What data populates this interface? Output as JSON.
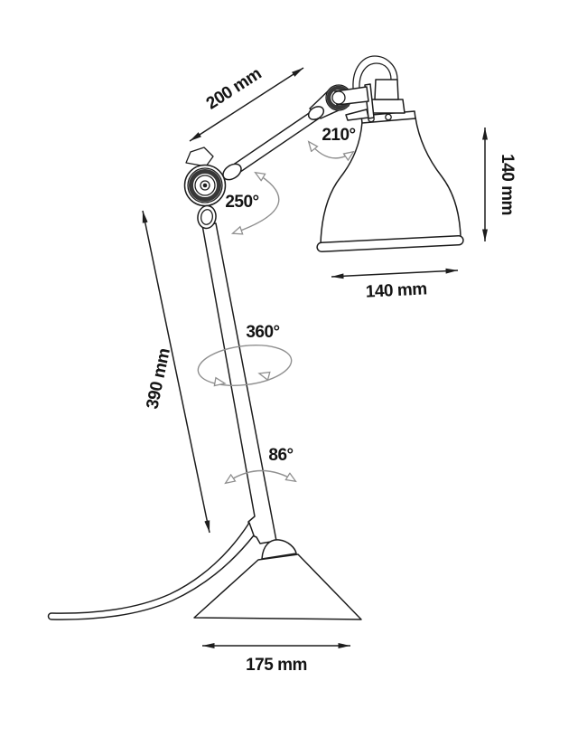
{
  "diagram": {
    "dimensions": {
      "arm_length": "200 mm",
      "column_length": "390 mm",
      "shade_height": "140 mm",
      "shade_width": "140 mm",
      "base_width": "175 mm"
    },
    "angles": {
      "head_swivel": "210°",
      "elbow_swivel": "250°",
      "column_rotation": "360°",
      "base_pivot": "86°"
    },
    "colors": {
      "line": "#1d1d1d",
      "angle_arc": "#8f8f8f",
      "background": "#ffffff"
    }
  }
}
